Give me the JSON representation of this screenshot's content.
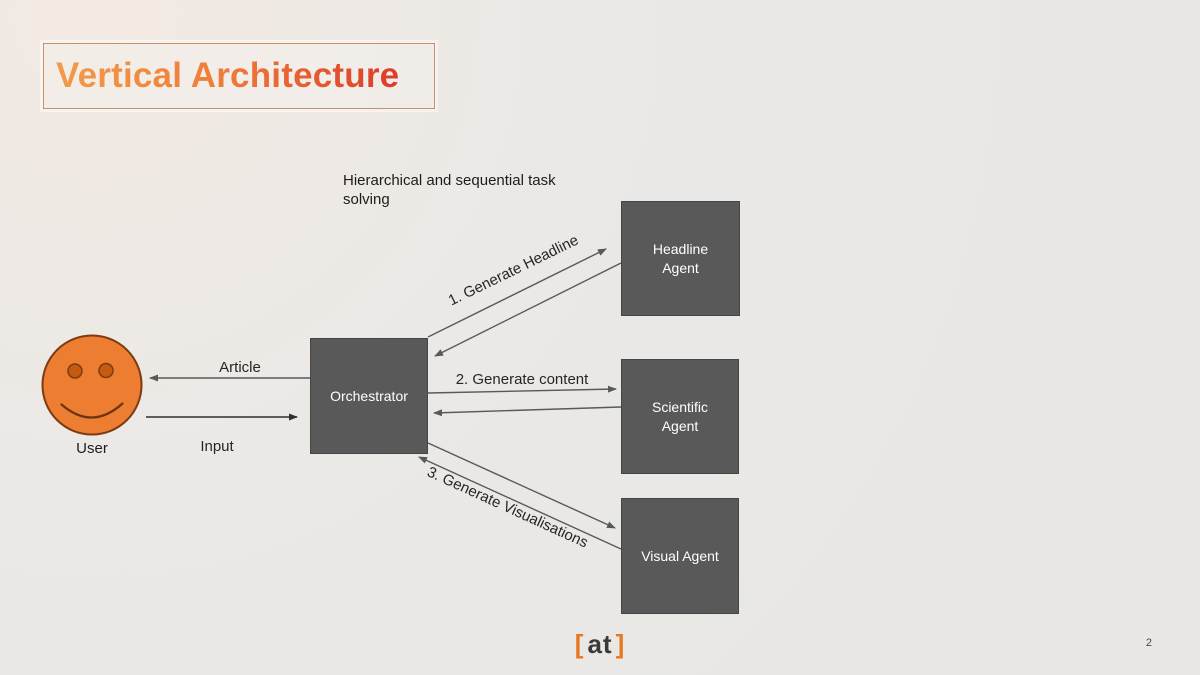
{
  "slide": {
    "title": "Vertical Architecture",
    "subtitle": "Hierarchical and sequential task solving",
    "page_number": "2"
  },
  "diagram": {
    "nodes": {
      "user": {
        "label": "User"
      },
      "orchestrator": {
        "label": "Orchestrator"
      },
      "headline_agent": {
        "label": "Headline Agent"
      },
      "scientific_agent": {
        "label": "Scientific Agent"
      },
      "visual_agent": {
        "label": "Visual Agent"
      }
    },
    "edges": {
      "article": {
        "label": "Article"
      },
      "input": {
        "label": "Input"
      },
      "generate_headline": {
        "label": "1. Generate Headline"
      },
      "generate_content": {
        "label": "2. Generate content"
      },
      "generate_visualisations": {
        "label": "3. Generate Visualisations"
      }
    }
  },
  "footer": {
    "logo": {
      "bracket_left": "[",
      "text": "at",
      "bracket_right": "]"
    }
  },
  "colors": {
    "background": "#E8E7E5",
    "title_gradient_start": "#F29A4B",
    "title_gradient_end": "#DD3B28",
    "title_border": "#CB9166",
    "box_fill": "#595959",
    "box_text": "#FFFFFF",
    "arrow_gray": "#595959",
    "arrow_dark": "#303030",
    "face_fill": "#ED7D31",
    "face_stroke": "#7E3A12",
    "eye_fill": "#C55A11",
    "logo_bracket": "#E87722",
    "logo_text": "#3A3A3A"
  }
}
